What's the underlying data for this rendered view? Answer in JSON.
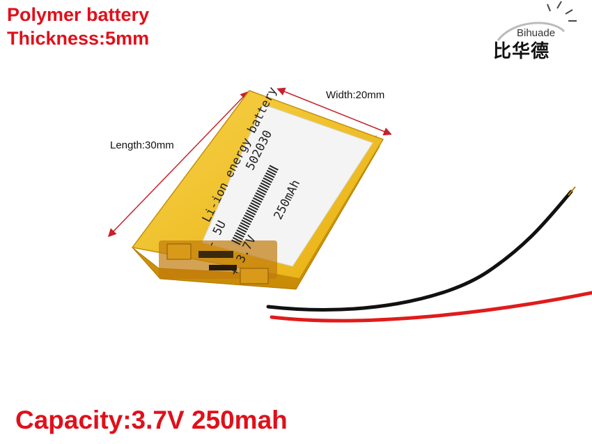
{
  "header": {
    "line1": "Polymer battery",
    "line2": "Thickness:5mm"
  },
  "dimensions": {
    "width": "Width:20mm",
    "length": "Length:30mm"
  },
  "label": {
    "line1": "Li-ion  energy battery",
    "line2": "502030",
    "line3": "250mAh",
    "line4": "+ 3.7V",
    "line5": "- 5U"
  },
  "logo": {
    "en": "Bihuade",
    "cn": "比华德"
  },
  "footer": {
    "capacity": "Capacity:3.7V  250mah"
  },
  "colors": {
    "headline": "#e0101a",
    "battery": "#f2c21c",
    "wire_red": "#e01b1b",
    "wire_black": "#111111"
  }
}
